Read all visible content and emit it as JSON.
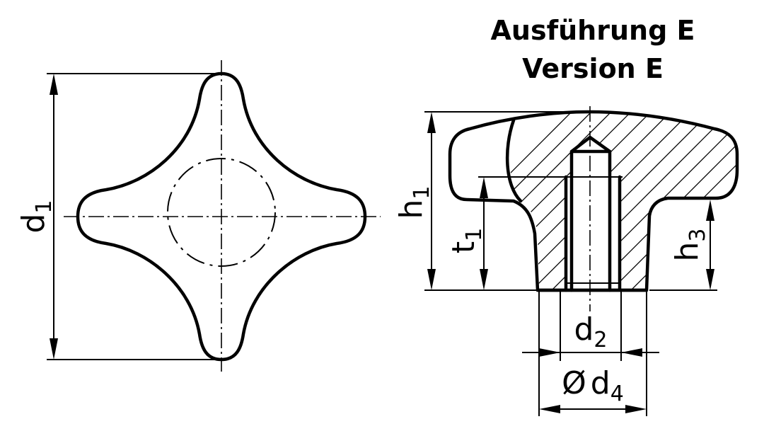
{
  "title": {
    "line1": "Ausführung E",
    "line2": "Version E"
  },
  "dimensions": {
    "d1": {
      "symbol": "d",
      "sub": "1"
    },
    "h1": {
      "symbol": "h",
      "sub": "1"
    },
    "t1": {
      "symbol": "t",
      "sub": "1"
    },
    "h3": {
      "symbol": "h",
      "sub": "3"
    },
    "d2": {
      "symbol": "d",
      "sub": "2"
    },
    "d4": {
      "prefix": "Ø",
      "symbol": "d",
      "sub": "4"
    }
  }
}
